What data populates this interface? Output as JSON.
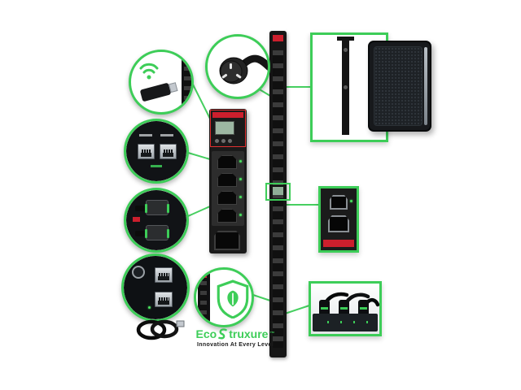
{
  "brand": {
    "eco": "Eco",
    "struxure": "truxure",
    "trademark": "™",
    "tagline": "Innovation At Every Level"
  },
  "colors": {
    "accent_green": "#3dcd58",
    "apc_red": "#cc1f2d",
    "pdu_black": "#161616",
    "background": "#ffffff"
  },
  "figures": {
    "center_strip": "vertical-rack-pdu",
    "center_closeup": "pdu-display-and-outlet-closeup",
    "top_circle": "twist-lock-power-plug",
    "left_circle_1": "usb-wifi-dongle",
    "left_circle_2": "network-ethernet-ports",
    "left_circle_3": "locking-outlet-cords",
    "left_circle_4": "sensor-and-network-ports-with-usb-cable",
    "bottom_circle": "green-secure-shield",
    "right_box_1": "pdu-profile-and-server-rack",
    "right_box_2": "c19-outlet-closeup",
    "right_box_3": "cord-retention-tray"
  }
}
